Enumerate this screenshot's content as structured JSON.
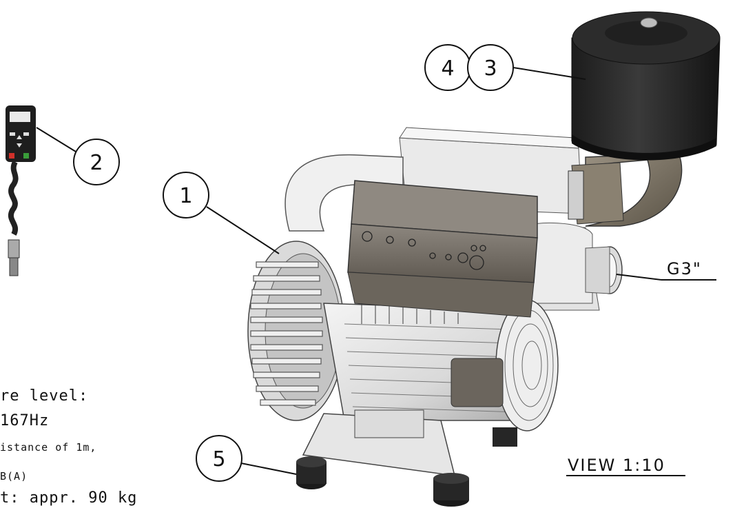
{
  "callouts": {
    "c1": "1",
    "c2": "2",
    "c3": "3",
    "c4": "4",
    "c5": "5"
  },
  "labels": {
    "connection": "G3\"",
    "view": "VIEW 1:10"
  },
  "notes": {
    "line1": "re level:",
    "line2": "167Hz",
    "line3": "istance of 1m,",
    "line4": "B(A)",
    "line5": "t: appr. 90 kg"
  },
  "icons": {
    "remote": "handheld-control-panel-icon",
    "blower": "side-channel-blower-icon",
    "filter": "air-filter-icon"
  }
}
